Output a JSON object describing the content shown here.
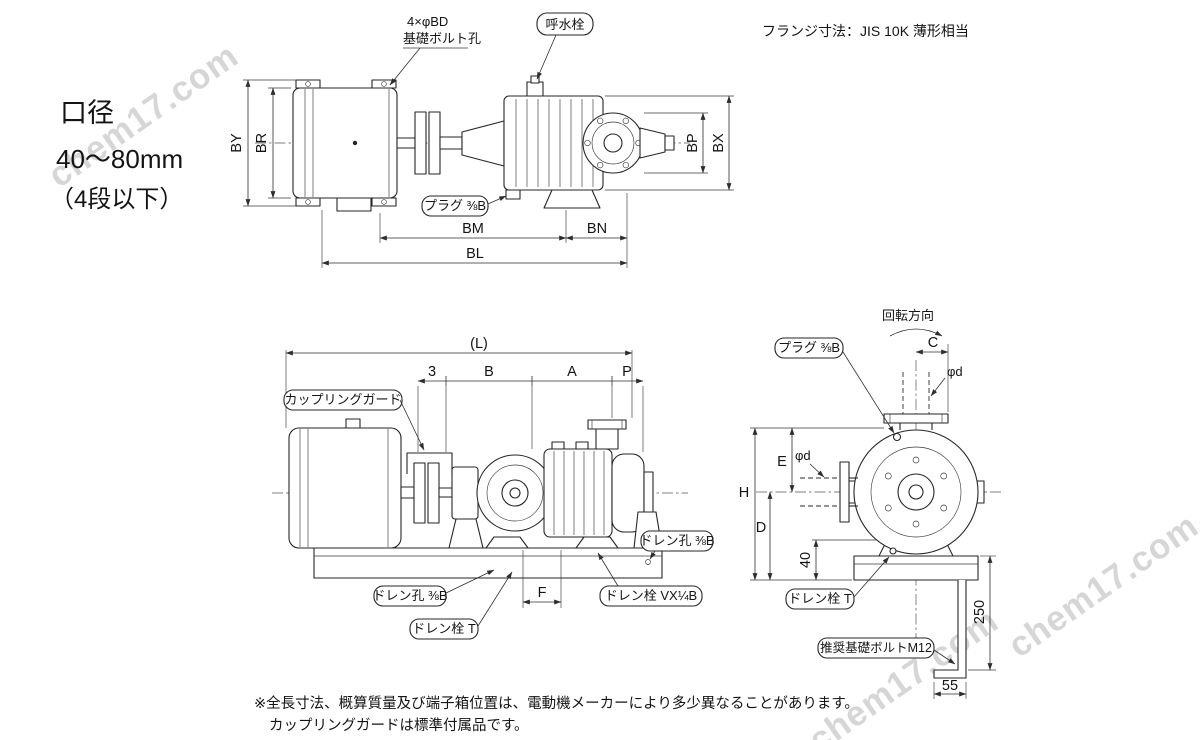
{
  "meta": {
    "bore": {
      "line1": "口径",
      "line2": "40〜80mm",
      "line3": "（4段以下）"
    },
    "flange_note": "フランジ寸法：JIS 10K 薄形相当",
    "footnote": {
      "line1": "※全長寸法、概算質量及び端子箱位置は、電動機メーカーにより多少異なることがあります。",
      "line2": "カップリングガードは標準付属品です。"
    },
    "watermark": "chem17.com"
  },
  "top_view": {
    "callouts": {
      "bolt_hole_qty": "4×φBD",
      "bolt_hole_name": "基礎ボルト孔",
      "priming_plug": "呼水栓",
      "plug": "プラグ ⅜B"
    },
    "dims": {
      "by": "BY",
      "br": "BR",
      "bp": "BP",
      "bx": "BX",
      "bm": "BM",
      "bn": "BN",
      "bl": "BL"
    }
  },
  "side_view": {
    "callouts": {
      "coupling_guard": "カップリングガード",
      "drain_hole_base": "ドレン孔 ⅜B",
      "drain_hole_left": "ドレン孔 ⅜B",
      "drain_plug_vx": "ドレン栓 VX¼B",
      "drain_plug_t": "ドレン栓 T"
    },
    "dims": {
      "l": "(L)",
      "gap": "3",
      "b": "B",
      "a": "A",
      "p": "P",
      "f": "F"
    }
  },
  "end_view": {
    "callouts": {
      "rotation": "回転方向",
      "plug": "プラグ ⅜B",
      "phi_d_top": "φd",
      "phi_d_side": "φd",
      "drain_plug_t": "ドレン栓 T",
      "foundation_bolt": "推奨基礎ボルトM12"
    },
    "dims": {
      "c": "C",
      "e": "E",
      "h": "H",
      "d": "D",
      "n40": "40",
      "n250": "250",
      "n55": "55"
    }
  }
}
